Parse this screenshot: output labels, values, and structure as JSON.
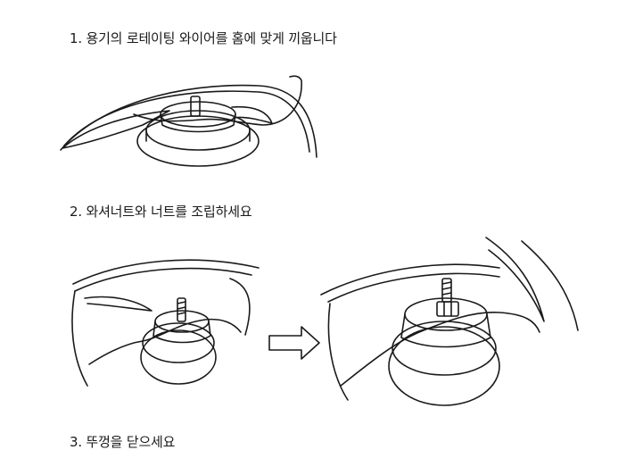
{
  "steps": [
    {
      "title": "1. 용기의 로테이팅 와이어를 홈에 맞게 끼웁니다"
    },
    {
      "title": "2. 와셔너트와 너트를 조립하세요"
    },
    {
      "title": "3. 뚜껑을 닫으세요"
    }
  ],
  "colors": {
    "line": "#1a1a1a",
    "background": "#ffffff"
  }
}
